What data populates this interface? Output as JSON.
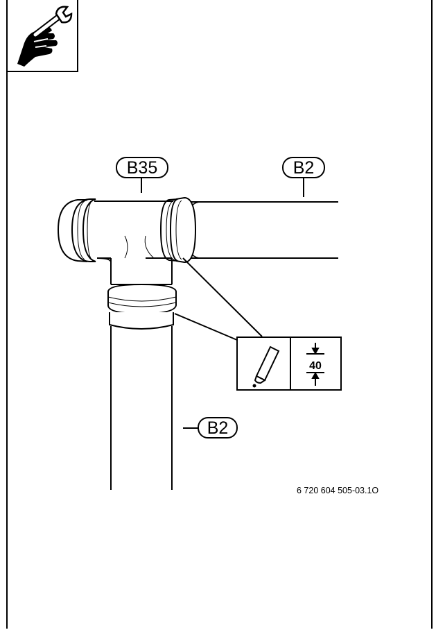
{
  "icons": {
    "top_left": "wrench-hand-icon",
    "sealant": "lubricant-tube-icon",
    "dimension": "dimension-arrows-icon"
  },
  "labels": {
    "tee": "B35",
    "pipe_right": "B2",
    "pipe_down": "B2"
  },
  "detail": {
    "dimension_value": "40"
  },
  "reference": "6 720 604 505-03.1O"
}
